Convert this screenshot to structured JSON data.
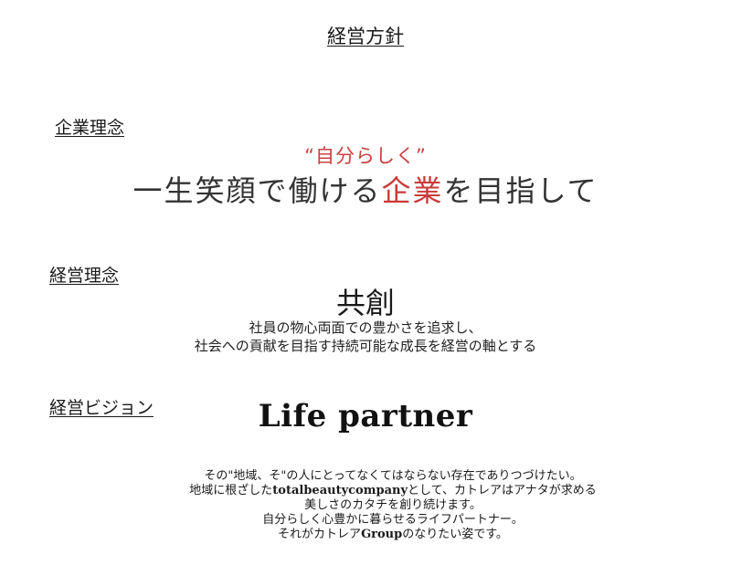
{
  "page": {
    "title": "経営方針"
  },
  "philosophy": {
    "heading": "企業理念",
    "subtitle": "“自分らしく”",
    "main_before": "一生笑顔で働ける",
    "main_accent": "企業",
    "main_after": "を目指して",
    "accent_color": "#c93a3a"
  },
  "principle": {
    "heading": "経営理念",
    "main": "共創",
    "desc_lines": [
      "社員の物心両面での豊かさを追求し、",
      "社会への貢献を目指す持続可能な成長を経営の軸とする"
    ]
  },
  "vision": {
    "heading": "経営ビジョン",
    "main": "Life partner",
    "line1": "その\"地域、そ\"の人にとってなくてはならない存在でありつづけたい。",
    "line2_before": "地域に根ざした",
    "line2_bold": "totalbeautycompany",
    "line2_after": "として、カトレアはアナタが求める",
    "line3": "美しさのカタチを創り続けます。",
    "line4": "自分らしく心豊かに暮らせるライフパートナー。",
    "line5_before": "それがカトレア",
    "line5_bold": "Group",
    "line5_after": "のなりたい姿です。"
  }
}
